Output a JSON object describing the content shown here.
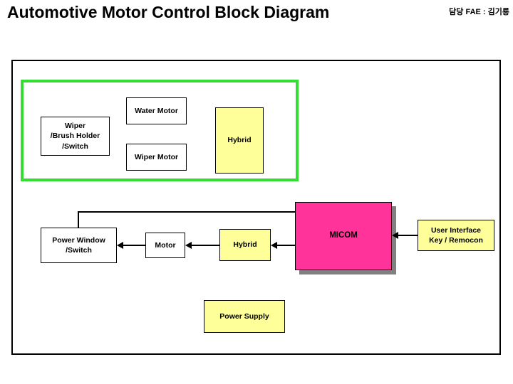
{
  "header": {
    "title": "Automotive Motor Control Block Diagram",
    "author_note": "담당 FAE : 김기룡"
  },
  "colors": {
    "accent_pink": "#ff3399",
    "accent_yellow": "#ffff99",
    "group_green": "#33dd33",
    "shadow_gray": "#808080",
    "outline_black": "#000000",
    "background": "#ffffff"
  },
  "diagram": {
    "group_label": "wiper-subsystem-group",
    "blocks": [
      {
        "id": "wiper-brush-holder-switch",
        "label": "Wiper\n/Brush Holder\n/Switch",
        "fill": "white"
      },
      {
        "id": "water-motor",
        "label": "Water Motor",
        "fill": "white"
      },
      {
        "id": "wiper-motor",
        "label": "Wiper Motor",
        "fill": "white"
      },
      {
        "id": "hybrid-wiper",
        "label": "Hybrid",
        "fill": "yellow"
      },
      {
        "id": "power-window-switch",
        "label": "Power Window\n/Switch",
        "fill": "white"
      },
      {
        "id": "motor",
        "label": "Motor",
        "fill": "white"
      },
      {
        "id": "hybrid-window",
        "label": "Hybrid",
        "fill": "yellow"
      },
      {
        "id": "micom",
        "label": "MICOM",
        "fill": "pink"
      },
      {
        "id": "user-interface",
        "label": "User Interface\nKey / Remocon",
        "fill": "yellow"
      },
      {
        "id": "power-supply",
        "label": "Power Supply",
        "fill": "yellow"
      }
    ],
    "connections": [
      {
        "from": "micom",
        "to": "hybrid-window",
        "direction": "left"
      },
      {
        "from": "hybrid-window",
        "to": "motor",
        "direction": "left"
      },
      {
        "from": "motor",
        "to": "power-window-switch",
        "direction": "left"
      },
      {
        "from": "power-window-switch",
        "to": "micom",
        "direction": "right"
      },
      {
        "from": "user-interface",
        "to": "micom",
        "direction": "left"
      }
    ]
  }
}
